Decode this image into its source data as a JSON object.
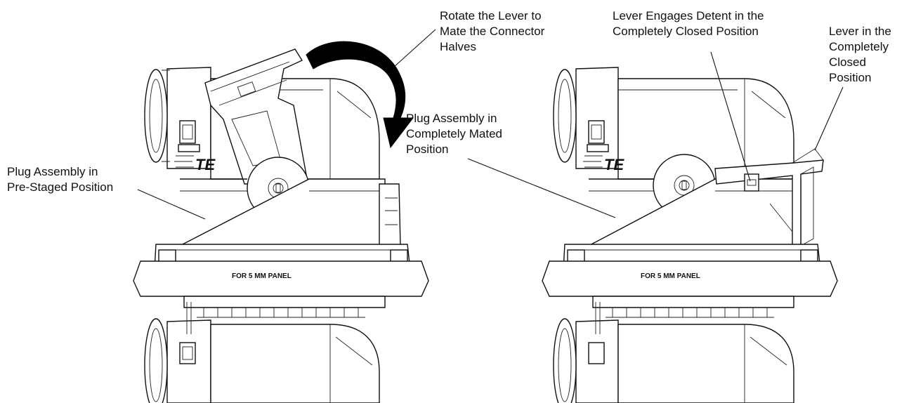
{
  "callouts": {
    "rotate_lever": [
      "Rotate the Lever to",
      "Mate the Connector",
      "Halves"
    ],
    "pre_staged": [
      "Plug Assembly in",
      "Pre-Staged Position"
    ],
    "completely_mated": [
      "Plug Assembly in",
      "Completely Mated",
      "Position"
    ],
    "lever_engages": [
      "Lever Engages Detent in the",
      "Completely Closed Position"
    ],
    "lever_closed": [
      "Lever in the",
      "Completely",
      "Closed",
      "Position"
    ]
  },
  "panel_label": "FOR 5 MM PANEL",
  "brand_logo": "TE",
  "icons": {
    "rotation_arrow": "curved-arrow-icon"
  }
}
